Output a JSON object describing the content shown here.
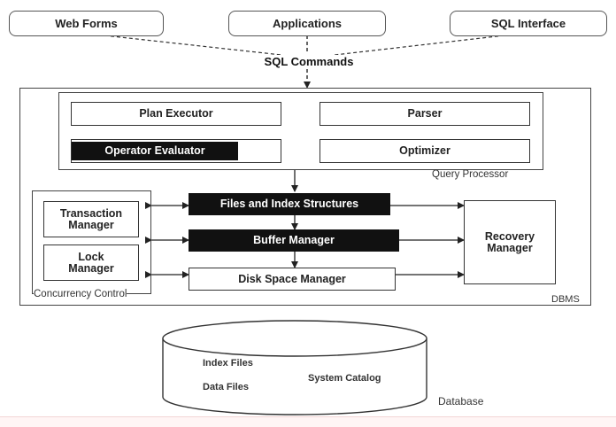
{
  "clients": {
    "web_forms": "Web Forms",
    "applications": "Applications",
    "sql_interface": "SQL Interface"
  },
  "sql_commands": "SQL Commands",
  "query_processor": {
    "label": "Query Processor",
    "plan_executor": "Plan Executor",
    "parser": "Parser",
    "operator_evaluator": "Operator Evaluator",
    "optimizer": "Optimizer"
  },
  "storage": {
    "files_index": "Files and Index Structures",
    "buffer_manager": "Buffer Manager",
    "disk_space_manager": "Disk Space Manager"
  },
  "concurrency": {
    "label": "Concurrency Control",
    "transaction_manager": "Transaction Manager",
    "lock_manager": "Lock Manager"
  },
  "recovery_manager": "Recovery Manager",
  "dbms_label": "DBMS",
  "database": {
    "label": "Database",
    "index_files": "Index Files",
    "data_files": "Data Files",
    "system_catalog": "System Catalog"
  }
}
